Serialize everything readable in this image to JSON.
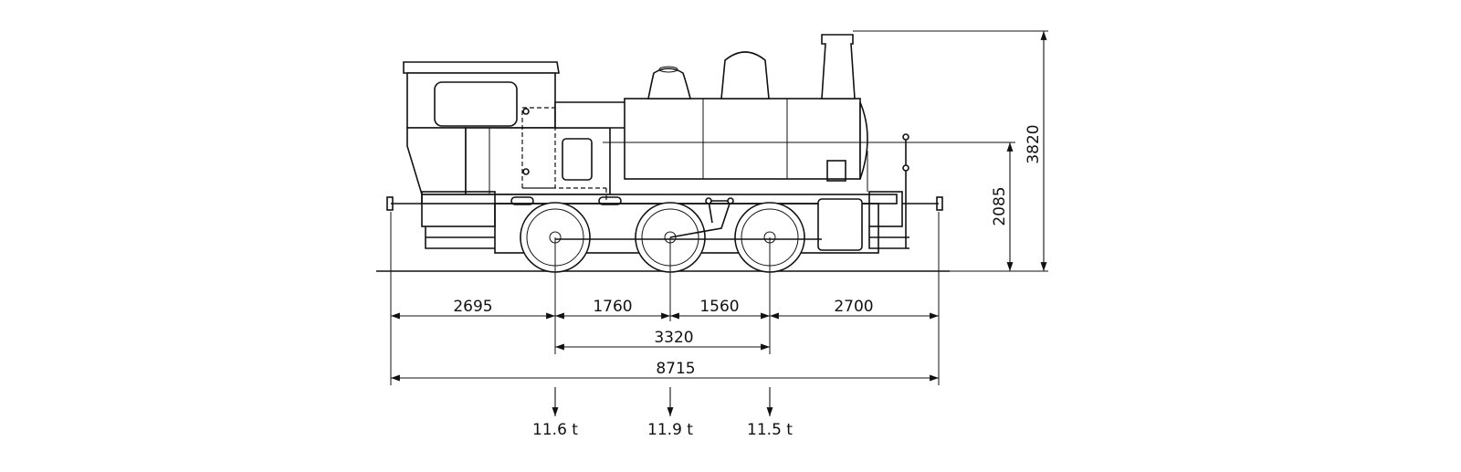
{
  "diagram": {
    "subject": "steam tank locomotive side elevation",
    "units_mm": true,
    "horizontal_dimensions": {
      "rear_overhang": "2695",
      "wheelbase_1_2": "1760",
      "wheelbase_2_3": "1560",
      "front_overhang": "2700",
      "total_wheelbase": "3320",
      "length_over_buffers": "8715"
    },
    "vertical_dimensions": {
      "boiler_centerline_height": "2085",
      "overall_height": "3820"
    },
    "axle_loads": [
      "11.6 t",
      "11.9 t",
      "11.5 t"
    ]
  }
}
